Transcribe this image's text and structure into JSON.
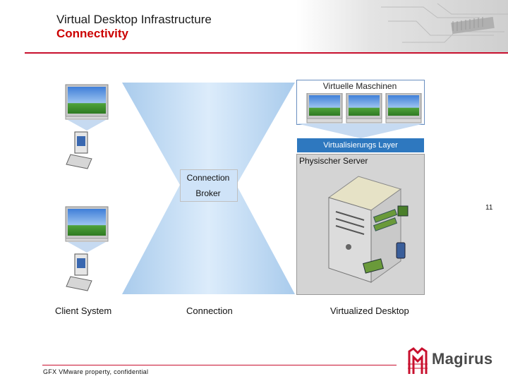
{
  "header": {
    "title_line1": "Virtual Desktop Infrastructure",
    "title_line2": "Connectivity"
  },
  "virtual_machines": {
    "label": "Virtuelle Maschinen"
  },
  "virtualization_layer": {
    "label": "Virtualisierungs Layer"
  },
  "physical_server": {
    "label": "Physischer Server"
  },
  "broker": {
    "line1": "Connection",
    "line2": "Broker"
  },
  "slide_number": "11",
  "captions": {
    "client": "Client System",
    "connection": "Connection",
    "virtualized_desktop": "Virtualized Desktop"
  },
  "footer": {
    "text": "GFX VMware property, confidential"
  },
  "brand": {
    "name": "Magirus"
  },
  "colors": {
    "title_red": "#cc0000",
    "accent_line": "#c8102e",
    "layer_blue": "#2e78bf",
    "funnel_blue": "#b9d6f2",
    "broker_bg": "#cfe3f8",
    "server_panel": "#d4d4d4"
  }
}
